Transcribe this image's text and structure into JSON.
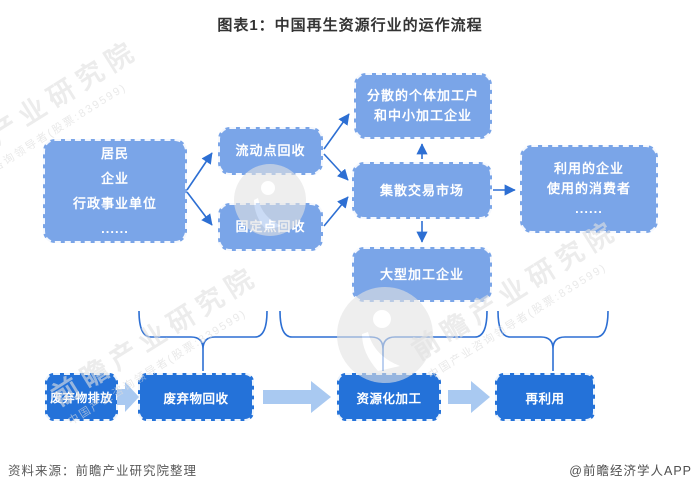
{
  "title": "图表1：中国再生资源行业的运作流程",
  "flowchart": {
    "source_box": {
      "lines": [
        "居民",
        "企业",
        "行政事业单位",
        "......"
      ]
    },
    "mobile_box": {
      "label": "流动点回收"
    },
    "fixed_box": {
      "label": "固定点回收"
    },
    "scattered_box": {
      "lines": [
        "分散的个体加工户",
        "和中小加工企业"
      ]
    },
    "market_box": {
      "label": "集散交易市场"
    },
    "large_box": {
      "label": "大型加工企业"
    },
    "users_box": {
      "lines": [
        "利用的企业",
        "使用的消费者",
        "......"
      ]
    }
  },
  "stages": [
    {
      "label": "废弃物排放"
    },
    {
      "label": "废弃物回收"
    },
    {
      "label": "资源化加工"
    },
    {
      "label": "再利用"
    }
  ],
  "watermark": {
    "brand": "前瞻产业研究院",
    "tagline": "中国产业咨询领导者(股票:839599)"
  },
  "footer": {
    "source": "资料来源：前瞻产业研究院整理",
    "credit": "@前瞻经济学人APP"
  },
  "colors": {
    "light_box": "#7aa5e8",
    "dark_box": "#2472d9",
    "arrow_line": "#2d6fd3",
    "block_arrow": "#a9c9f1",
    "title_text": "#333333",
    "footer_text": "#595959",
    "watermark": "#e1e1e1"
  }
}
